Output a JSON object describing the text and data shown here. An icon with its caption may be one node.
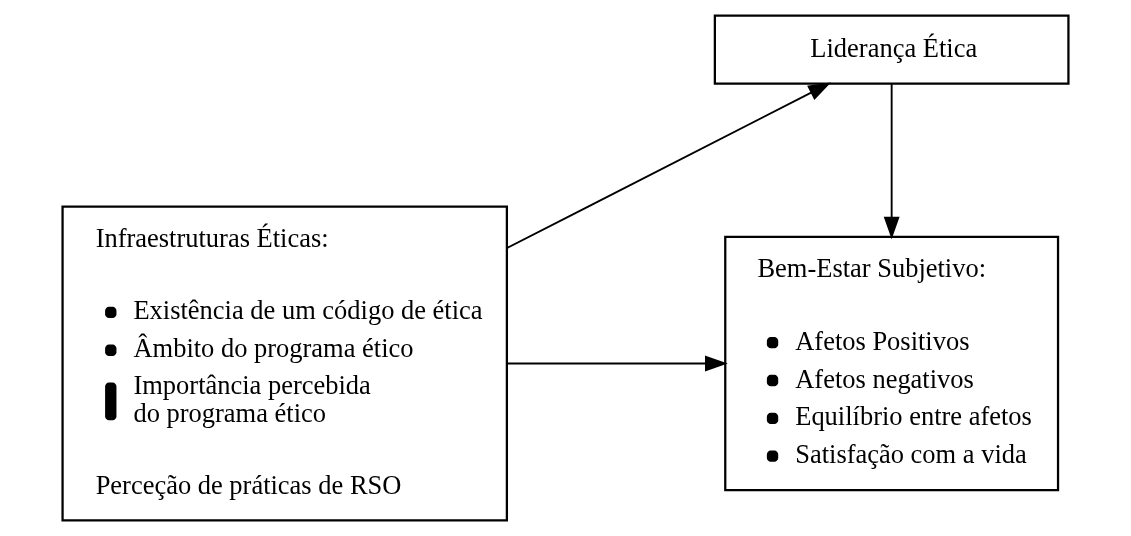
{
  "diagram": {
    "nodes": [
      {
        "text": [
          "Liderança Ética"
        ]
      },
      {
        "text": [
          "Infraestruturas Éticas:",
          "Existência de um código de ética",
          "Âmbito do programa ético",
          "Importância percebida do programa ético",
          "Perceção de práticas de RSO"
        ]
      },
      {
        "text": [
          "Bem-Estar Subjetivo:",
          "Afetos Positivos",
          "Afetos negativos",
          "Equilíbrio entre afetos",
          "Satisfação com a vida"
        ]
      }
    ],
    "edges": [
      {
        "from": 1,
        "to": 0,
        "arrow": "to"
      },
      {
        "from": 0,
        "to": 2,
        "arrow": "to"
      },
      {
        "from": 1,
        "to": 2,
        "arrow": "to"
      }
    ]
  }
}
